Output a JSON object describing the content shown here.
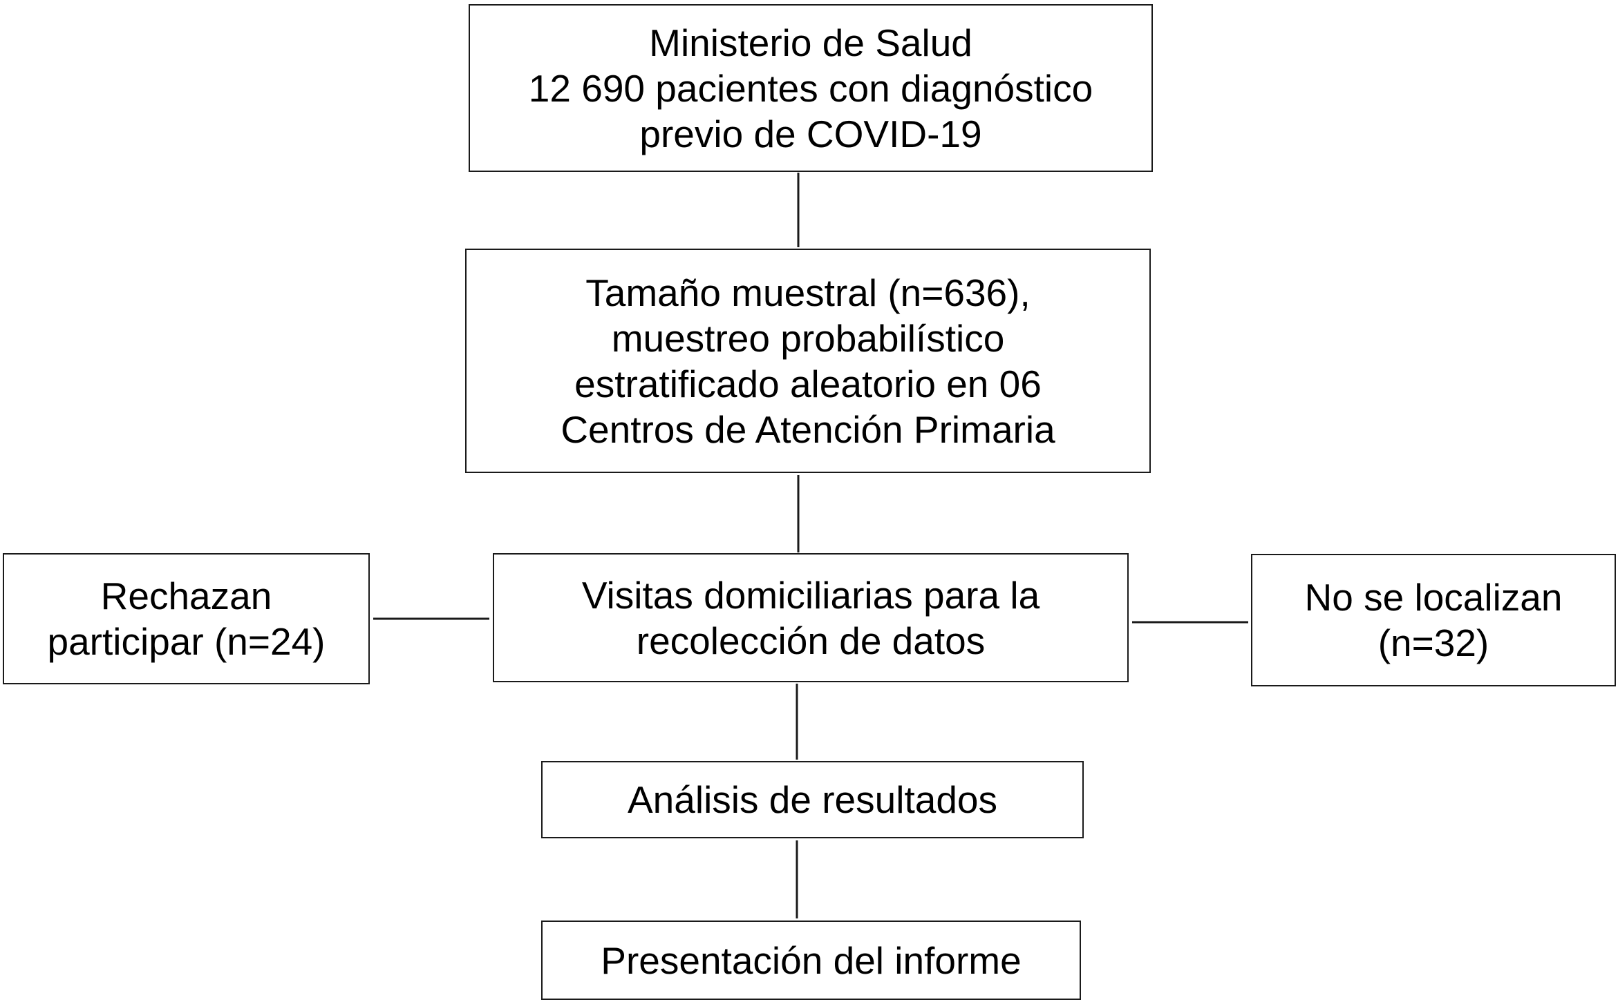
{
  "flowchart": {
    "ministerio": {
      "line1": "Ministerio de Salud",
      "line2": "12 690 pacientes con diagnóstico",
      "line3": "previo de COVID-19"
    },
    "muestra": {
      "line1": "Tamaño muestral (n=636),",
      "line2": "muestreo probabilístico",
      "line3": "estratificado aleatorio en 06",
      "line4": "Centros de Atención Primaria"
    },
    "visitas": {
      "line1": "Visitas domiciliarias para la",
      "line2": "recolección de datos"
    },
    "rechazan": {
      "line1": "Rechazan",
      "line2": "participar (n=24)"
    },
    "no_localizan": {
      "line1": "No se localizan",
      "line2": "(n=32)"
    },
    "analisis": {
      "line1": "Análisis de resultados"
    },
    "informe": {
      "line1": "Presentación del informe"
    }
  }
}
